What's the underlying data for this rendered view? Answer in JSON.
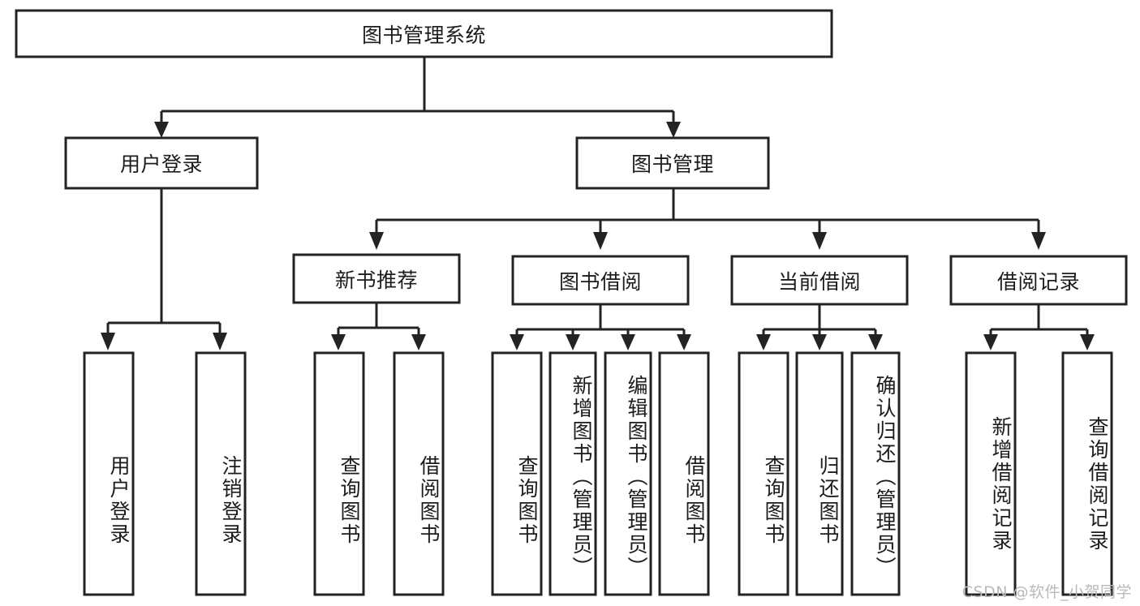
{
  "diagram": {
    "title": "图书管理系统",
    "type": "tree-hierarchy-chart",
    "watermark": "CSDN @软件_小贺同学",
    "colors": {
      "stroke": "#232323",
      "fill": "#ffffff",
      "text": "#1c1c1c",
      "watermark": "#b9b9b9"
    },
    "nodes": {
      "root": {
        "label": "图书管理系统",
        "orientation": "horizontal"
      },
      "level2": [
        {
          "id": "user-login",
          "label": "用户登录",
          "orientation": "horizontal"
        },
        {
          "id": "book-manage",
          "label": "图书管理",
          "orientation": "horizontal"
        }
      ],
      "level3": [
        {
          "id": "new-book-recommend",
          "label": "新书推荐",
          "orientation": "horizontal"
        },
        {
          "id": "book-borrow",
          "label": "图书借阅",
          "orientation": "horizontal"
        },
        {
          "id": "current-borrow",
          "label": "当前借阅",
          "orientation": "horizontal"
        },
        {
          "id": "borrow-record",
          "label": "借阅记录",
          "orientation": "horizontal"
        }
      ],
      "leaves": [
        {
          "id": "leaf-user-login",
          "label": "用户登录",
          "parent": "user-login",
          "orientation": "vertical"
        },
        {
          "id": "leaf-logout-login",
          "label": "注销登录",
          "parent": "user-login",
          "orientation": "vertical"
        },
        {
          "id": "leaf-query-book-1",
          "label": "查询图书",
          "parent": "new-book-recommend",
          "orientation": "vertical"
        },
        {
          "id": "leaf-borrow-book-1",
          "label": "借阅图书",
          "parent": "new-book-recommend",
          "orientation": "vertical"
        },
        {
          "id": "leaf-query-book-2",
          "label": "查询图书",
          "parent": "book-borrow",
          "orientation": "vertical"
        },
        {
          "id": "leaf-add-book",
          "label": "新增图书（管理员）",
          "parent": "book-borrow",
          "orientation": "vertical"
        },
        {
          "id": "leaf-edit-book",
          "label": "编辑图书（管理员）",
          "parent": "book-borrow",
          "orientation": "vertical"
        },
        {
          "id": "leaf-borrow-book-2",
          "label": "借阅图书",
          "parent": "book-borrow",
          "orientation": "vertical"
        },
        {
          "id": "leaf-query-book-3",
          "label": "查询图书",
          "parent": "current-borrow",
          "orientation": "vertical"
        },
        {
          "id": "leaf-return-book",
          "label": "归还图书",
          "parent": "current-borrow",
          "orientation": "vertical"
        },
        {
          "id": "leaf-confirm-return",
          "label": "确认归还（管理员）",
          "parent": "current-borrow",
          "orientation": "vertical"
        },
        {
          "id": "leaf-add-record",
          "label": "新增借阅记录",
          "parent": "borrow-record",
          "orientation": "vertical"
        },
        {
          "id": "leaf-query-record",
          "label": "查询借阅记录",
          "parent": "borrow-record",
          "orientation": "vertical"
        }
      ]
    }
  }
}
